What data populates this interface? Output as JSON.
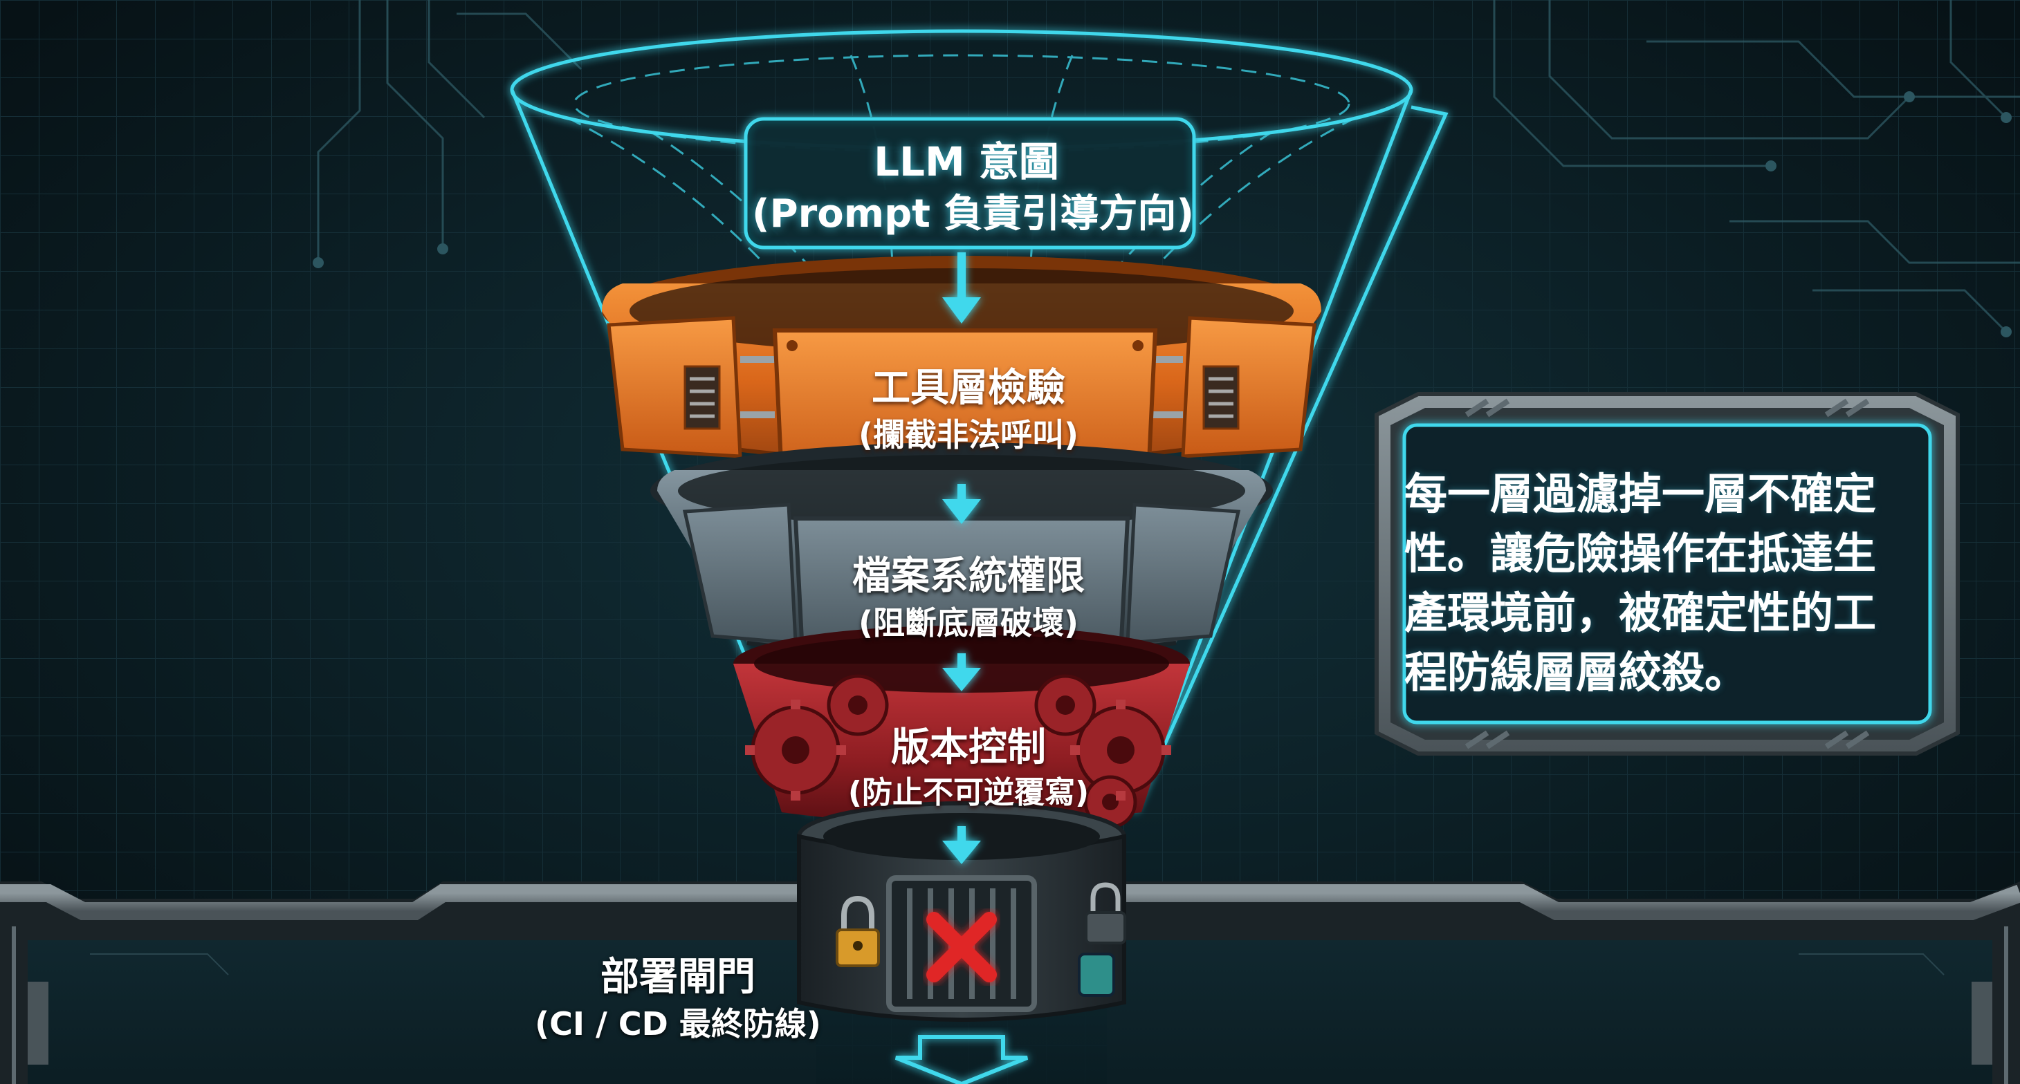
{
  "funnel": {
    "intent": {
      "title": "LLM 意圖",
      "subtitle": "(Prompt 負責引導方向)"
    },
    "tool_check": {
      "title": "工具層檢驗",
      "subtitle": "(攔截非法呼叫)"
    },
    "fs_permission": {
      "title": "檔案系統權限",
      "subtitle": "(阻斷底層破壞)"
    },
    "version_control": {
      "title": "版本控制",
      "subtitle": "(防止不可逆覆寫)"
    },
    "deploy_gate": {
      "title": "部署閘門",
      "subtitle": "(CI / CD 最終防線)"
    }
  },
  "callout": {
    "text": "每一層過濾掉一層不確定性。讓危險操作在抵達生產環境前，被確定性的工程防線層層絞殺。"
  },
  "colors": {
    "background": "#0b1a1f",
    "grid": "#173038",
    "neon_cyan": "#3fd8ec",
    "tool_layer_orange": "#e0701c",
    "fs_layer_steel": "#5d6f7a",
    "version_layer_red": "#a3242a",
    "gate_dark": "#2a3236",
    "reject_red": "#e02828"
  },
  "icons": [
    "lock-icon",
    "gear-icon",
    "reject-x-icon",
    "down-arrow-icon",
    "circuit-trace"
  ]
}
